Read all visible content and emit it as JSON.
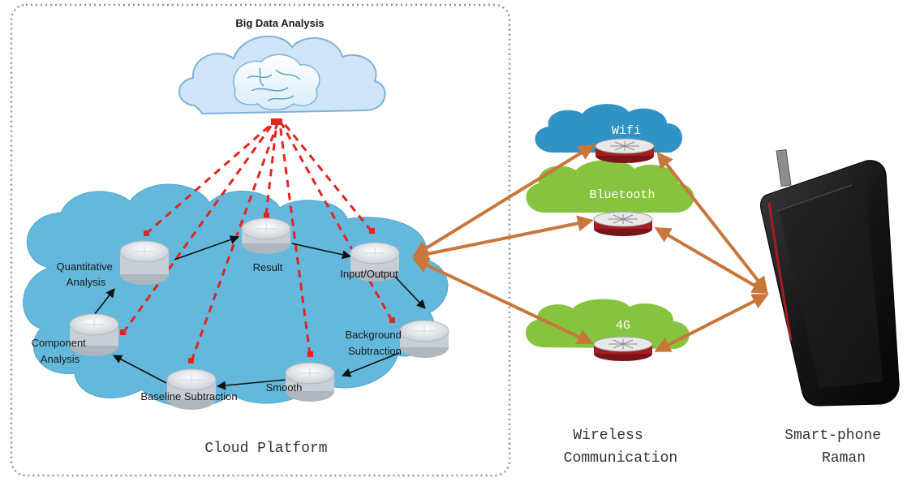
{
  "cloud_platform": {
    "title": "Big Data Analysis",
    "label": "Cloud Platform",
    "nodes": {
      "quantitative": "Quantitative\nAnalysis",
      "result": "Result",
      "input_output": "Input/Output",
      "component": "Component\nAnalysis",
      "background": "Background\nSubtraction",
      "baseline": "Baseline Subtraction",
      "smooth": "Smooth"
    }
  },
  "wireless": {
    "label_line1": "Wireless",
    "label_line2": "Communication",
    "channels": {
      "wifi": "Wifi",
      "bluetooth": "Bluetooth",
      "cellular": "4G"
    }
  },
  "device": {
    "label_line1": "Smart-phone",
    "label_line2": "Raman"
  },
  "colors": {
    "platform_cloud": "#63b8dc",
    "bigdata_cloud": "#cfe4f7",
    "wifi_cloud": "#2f93c6",
    "green_cloud": "#86c440",
    "link_orange": "#c8763a",
    "dashed_red": "#e0261f",
    "router_red": "#a51d23"
  }
}
